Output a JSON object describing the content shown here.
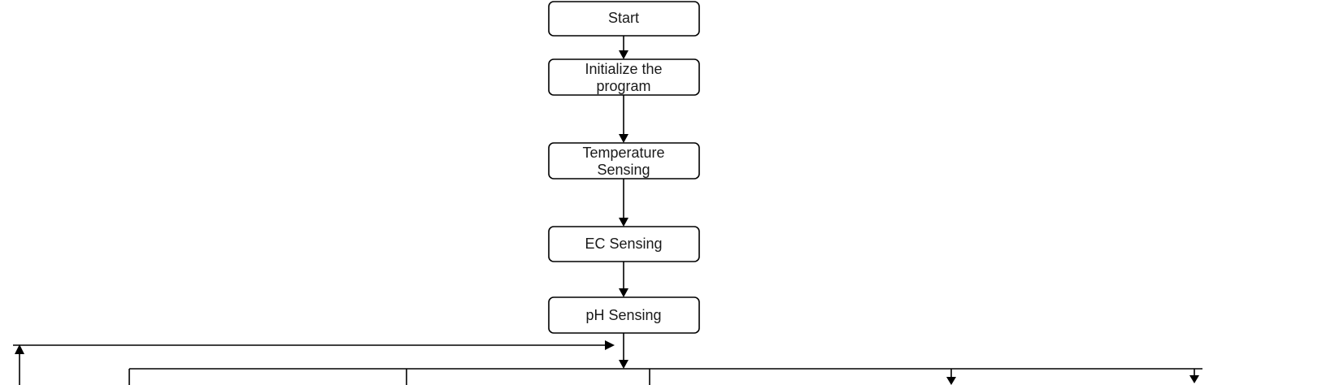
{
  "nodes": [
    {
      "id": "start",
      "lines": [
        "Start"
      ]
    },
    {
      "id": "init",
      "lines": [
        "Initialize the",
        "program"
      ]
    },
    {
      "id": "temp",
      "lines": [
        "Temperature",
        "Sensing"
      ]
    },
    {
      "id": "ec",
      "lines": [
        "EC Sensing"
      ]
    },
    {
      "id": "ph",
      "lines": [
        "pH Sensing"
      ]
    }
  ],
  "colors": {
    "stroke": "#000000",
    "fill": "#ffffff",
    "text": "#1a1a1a"
  }
}
